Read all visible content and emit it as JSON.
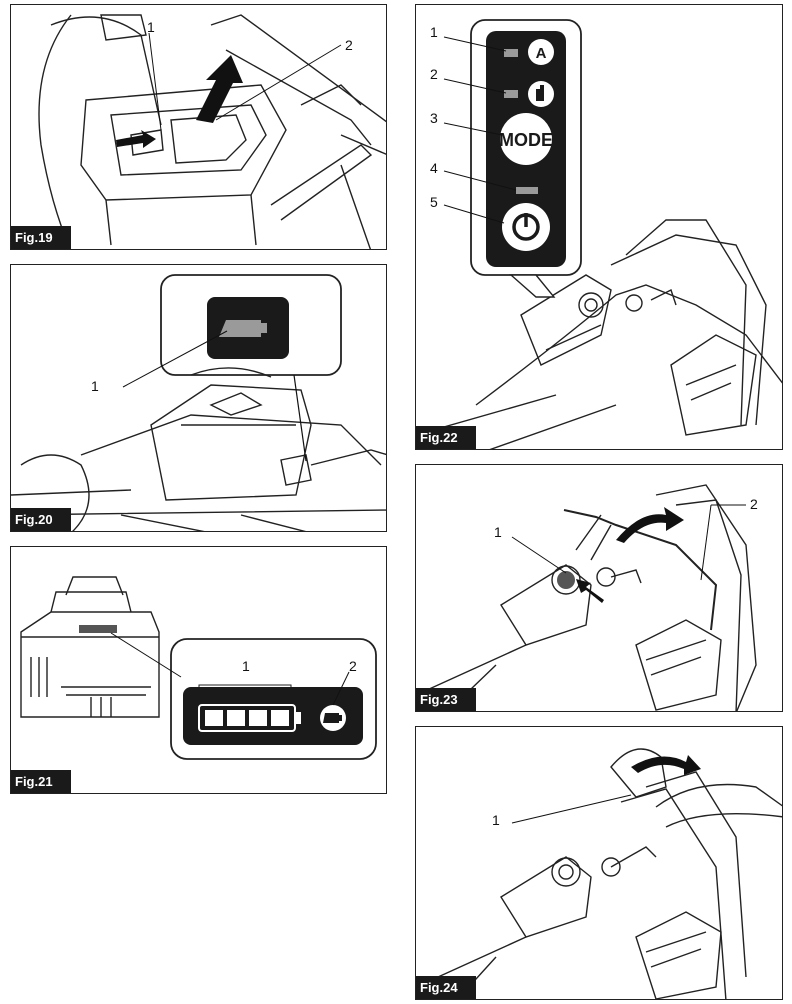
{
  "figures": {
    "fig19": {
      "label": "Fig.19",
      "callouts": [
        "1",
        "2"
      ]
    },
    "fig20": {
      "label": "Fig.20",
      "callouts": [
        "1"
      ]
    },
    "fig21": {
      "label": "Fig.21",
      "callouts": [
        "1",
        "2"
      ]
    },
    "fig22": {
      "label": "Fig.22",
      "callouts": [
        "1",
        "2",
        "3",
        "4",
        "5"
      ],
      "mode_text": "MODE",
      "auto_text": "A"
    },
    "fig23": {
      "label": "Fig.23",
      "callouts": [
        "1",
        "2"
      ]
    },
    "fig24": {
      "label": "Fig.24",
      "callouts": [
        "1"
      ]
    }
  },
  "icons": [
    "battery-icon",
    "auto-mode-icon",
    "manual-mode-icon",
    "power-icon",
    "arrow-icon"
  ],
  "colors": {
    "ink": "#1a1a1a",
    "indicator": "#9a9a9a"
  }
}
